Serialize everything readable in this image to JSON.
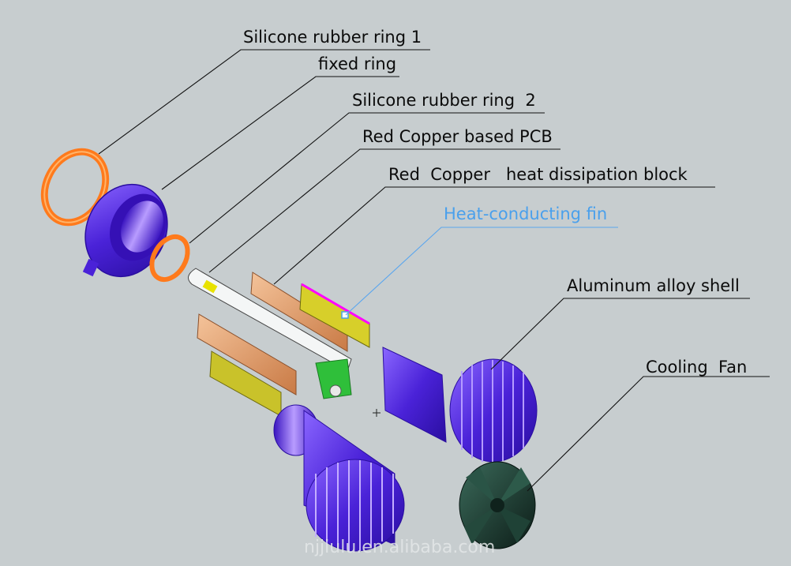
{
  "labels": {
    "silicone_ring_1": "Silicone rubber ring 1",
    "fixed_ring": "fixed ring",
    "silicone_ring_2": "Silicone rubber ring  2",
    "pcb": "Red Copper based PCB",
    "heat_block": "Red  Copper   heat dissipation block",
    "fin": "Heat-conducting fin",
    "shell": "Aluminum alloy shell",
    "fan": "Cooling  Fan"
  },
  "watermark": "njjiulu.en.alibaba.com",
  "colors": {
    "background": "#c7cdcf",
    "silicone_ring": "#ff7a1c",
    "aluminum_shell": "#4a22d8",
    "copper": "#e0955f",
    "fin": "#d7cf2a",
    "pcb_green": "#2fbf3a",
    "fan": "#16322a",
    "highlight_label": "#4aa0ec",
    "highlight_edge": "#ff00ff"
  }
}
